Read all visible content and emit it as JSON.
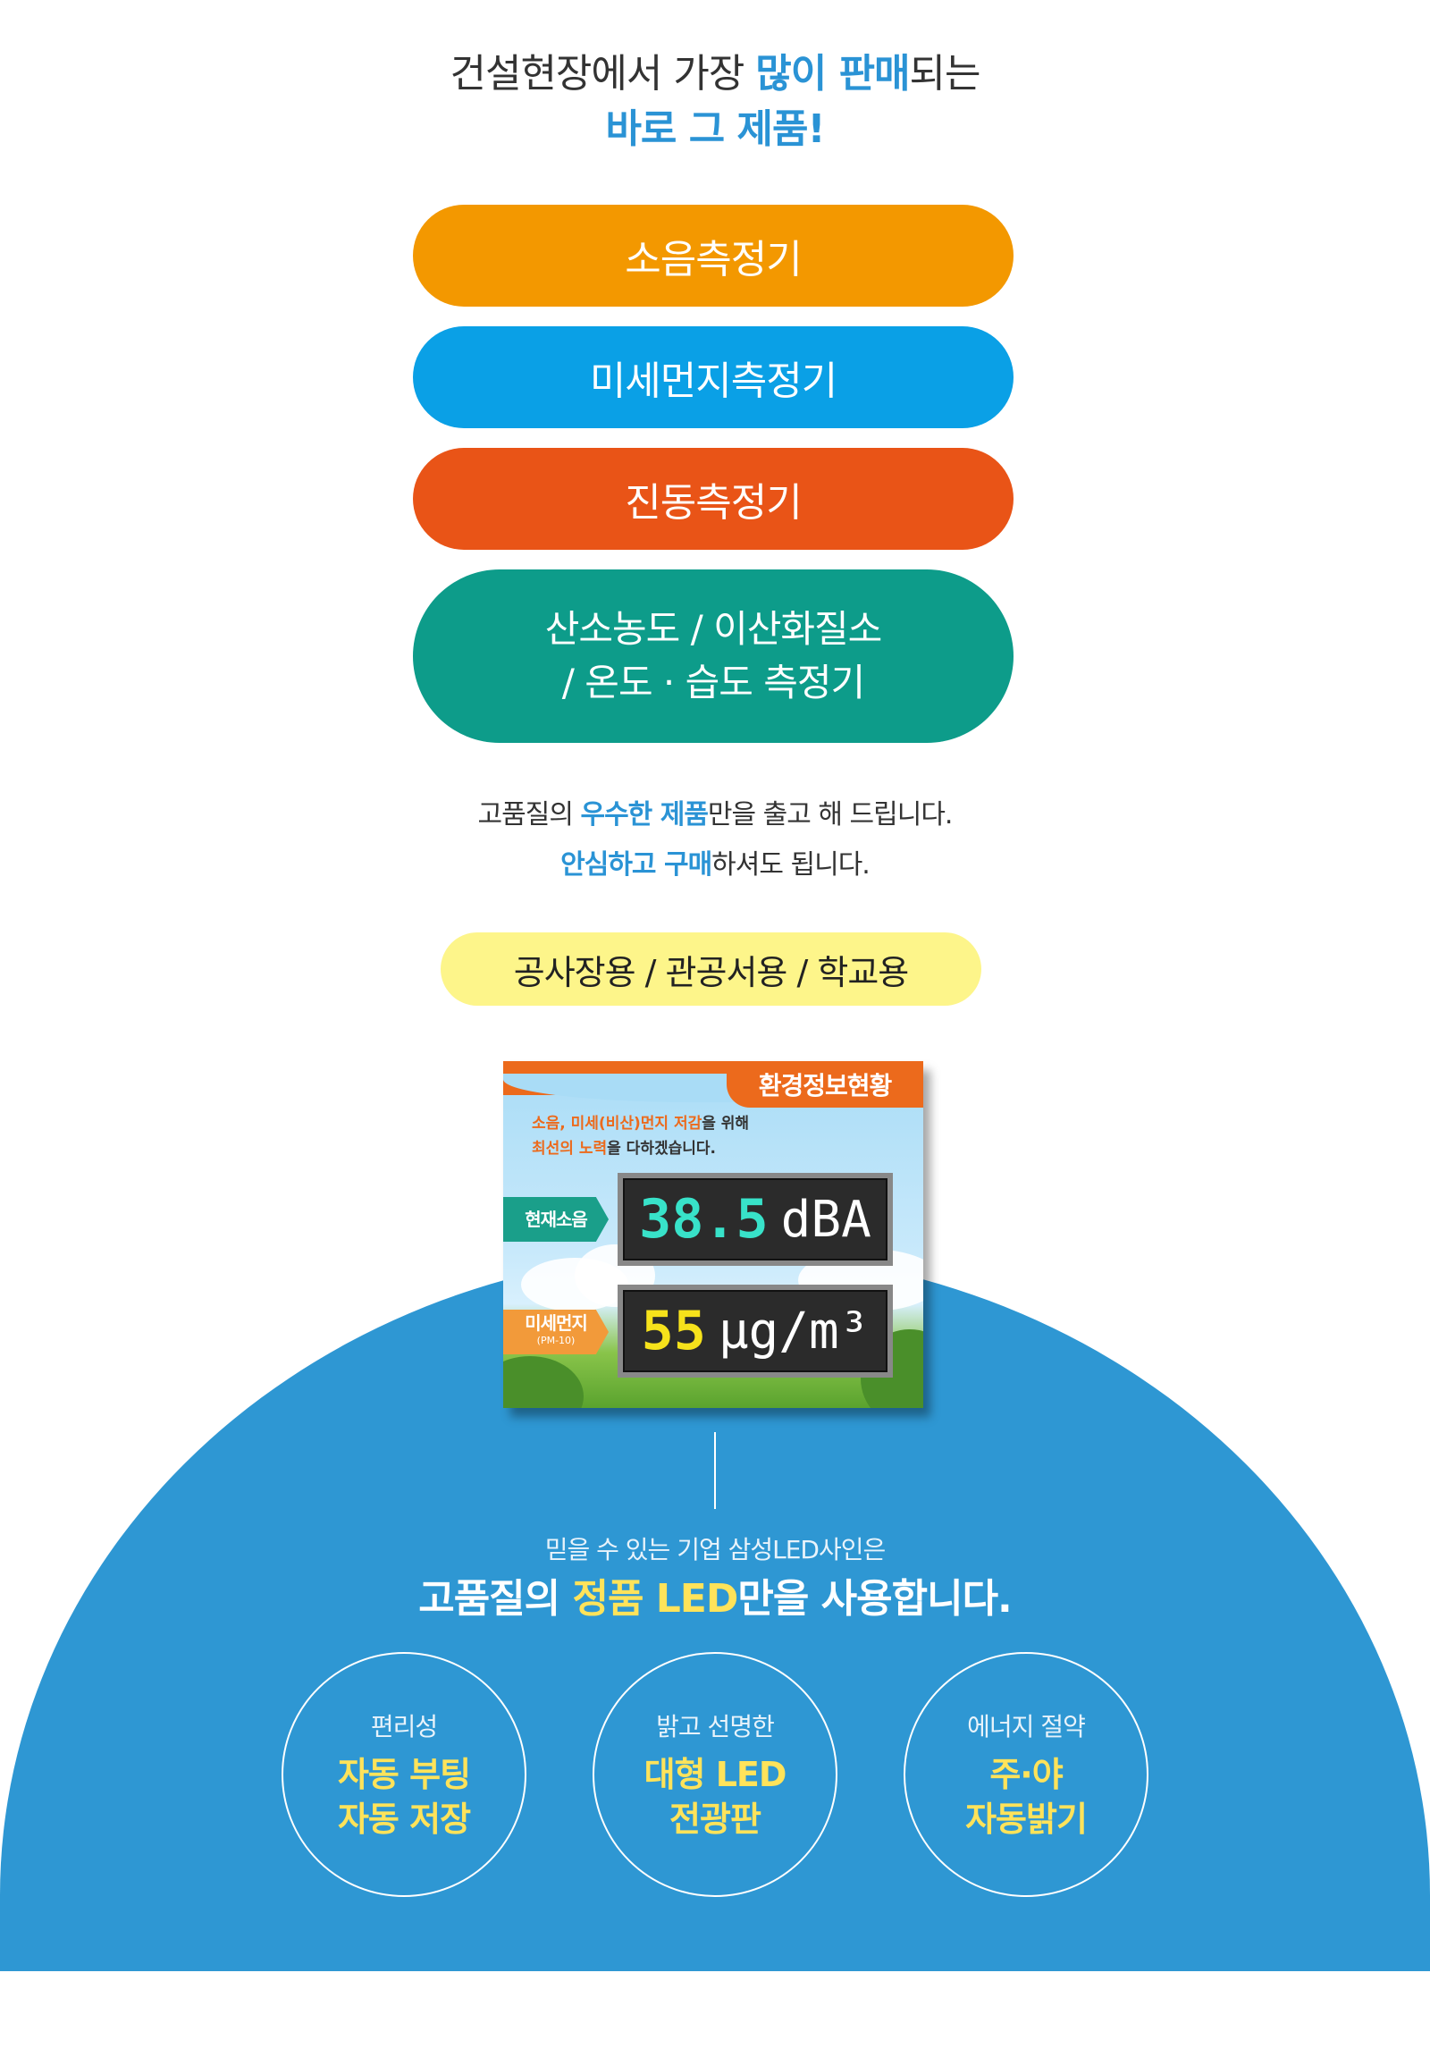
{
  "colors": {
    "accent_blue": "#2a93d5",
    "pill_orange": "#f39800",
    "pill_blue": "#0aa0e6",
    "pill_red": "#e95417",
    "pill_teal": "#0d9c8a",
    "usage_yellow": "#fdf58a",
    "dome_blue": "#2e97d3",
    "highlight_yellow": "#ffe35a"
  },
  "headline": {
    "line1_a": "건설현장에서 가장 ",
    "line1_highlight": "많이 판매",
    "line1_b": "되는",
    "line2": "바로 그 제품!"
  },
  "products": [
    {
      "label": "소음측정기"
    },
    {
      "label": "미세먼지측정기"
    },
    {
      "label": "진동측정기"
    },
    {
      "line1": "산소농도 / 이산화질소",
      "line2": "/ 온도 · 습도 측정기"
    }
  ],
  "quality": {
    "line1_a": "고품질의 ",
    "line1_highlight": "우수한 제품",
    "line1_b": "만을 출고 해 드립니다.",
    "line2_highlight": "안심하고 구매",
    "line2_b": "하셔도 됩니다."
  },
  "usage": {
    "label": "공사장용 / 관공서용 / 학교용"
  },
  "sign": {
    "title": "환경정보현황",
    "slogan_line1_o": "소음, 미세(비산)먼지 저감",
    "slogan_line1_b": "을 위해",
    "slogan_line2_o": "최선의 노력",
    "slogan_line2_b": "을 다하겠습니다.",
    "noise_label": "현재소음",
    "noise_value": "38.5",
    "noise_unit": "dBA",
    "dust_label": "미세먼지",
    "dust_sublabel": "(PM-10)",
    "dust_value": "55",
    "dust_unit": "μg/m³"
  },
  "led": {
    "sub": "믿을 수 있는 기업 삼성LED사인은",
    "main_a": "고품질의 ",
    "main_highlight": "정품 LED",
    "main_b": "만을 사용합니다."
  },
  "features": [
    {
      "sub": "편리성",
      "line1": "자동 부팅",
      "line2": "자동 저장"
    },
    {
      "sub": "밝고 선명한",
      "line1": "대형 LED",
      "line2": "전광판"
    },
    {
      "sub": "에너지 절약",
      "line1": "주·야",
      "line2": "자동밝기"
    }
  ]
}
